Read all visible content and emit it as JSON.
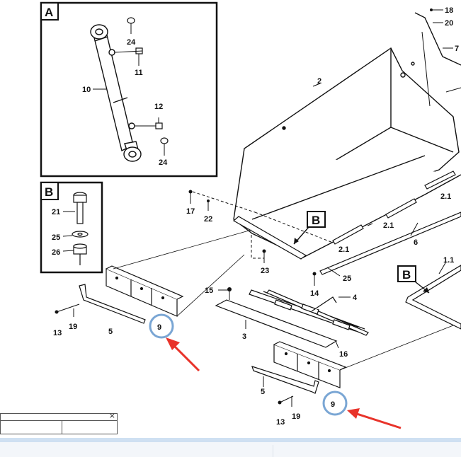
{
  "boxes": {
    "a": "A",
    "b": "B"
  },
  "callouts": {
    "b1": "B",
    "b2": "B"
  },
  "labels": {
    "p24a": "24",
    "p11": "11",
    "p10": "10",
    "p12": "12",
    "p24b": "24",
    "p21": "21",
    "p25": "25",
    "p26": "26",
    "p18": "18",
    "p20": "20",
    "p7": "7",
    "p2": "2",
    "p21r1": "2.1",
    "p21r2": "2.1",
    "p21r3": "2.1",
    "p6": "6",
    "p11r": "1.1",
    "p17": "17",
    "p22": "22",
    "p23": "23",
    "p25r": "25",
    "p14": "14",
    "p15": "15",
    "p4": "4",
    "p3": "3",
    "p16": "16",
    "p13a": "13",
    "p19a": "19",
    "p5a": "5",
    "p9a": "9",
    "p5b": "5",
    "p13b": "13",
    "p19b": "19",
    "p9b": "9"
  },
  "colors": {
    "highlight_circle": "#7aa6d4",
    "arrow": "#e8332a",
    "line": "#111111"
  },
  "mini_panel": {
    "close": "×"
  }
}
